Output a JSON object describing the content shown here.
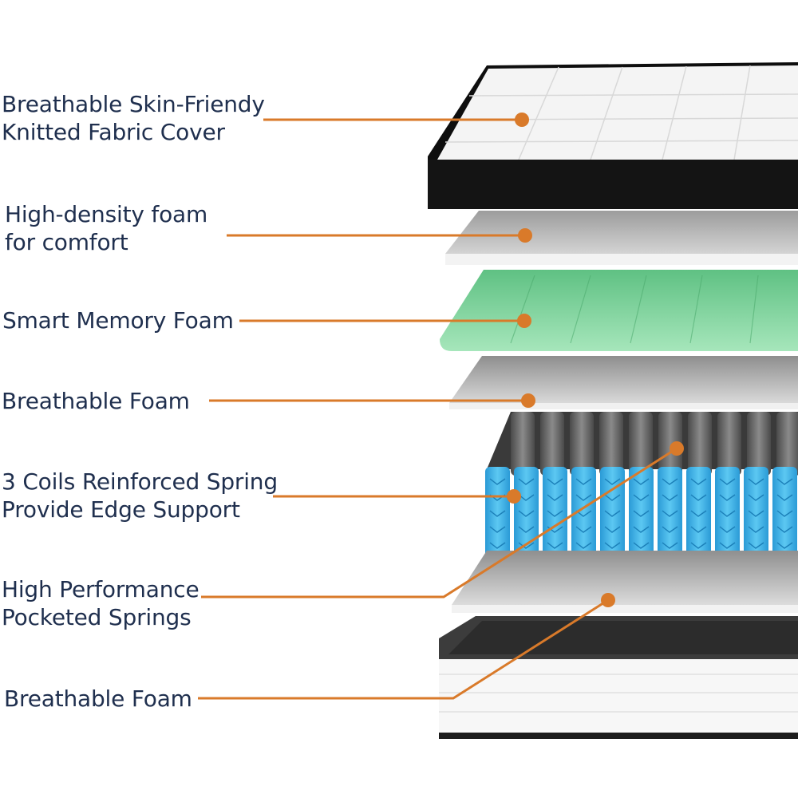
{
  "colors": {
    "accent": "#d97a2a",
    "label_text": "#1f2f4e",
    "memory_foam": "#7fd39a",
    "spring": "#3bb4e6",
    "cover_border": "#111111"
  },
  "layers": [
    {
      "id": "cover",
      "lines": [
        "Breathable Skin-Friendy",
        "Knitted Fabric Cover"
      ]
    },
    {
      "id": "hd-foam",
      "lines": [
        "High-density foam",
        "for comfort"
      ]
    },
    {
      "id": "memory-foam",
      "lines": [
        "Smart Memory Foam"
      ]
    },
    {
      "id": "breathable-foam-top",
      "lines": [
        "Breathable Foam"
      ]
    },
    {
      "id": "coils",
      "lines": [
        "3 Coils Reinforced Spring",
        "Provide Edge Support"
      ]
    },
    {
      "id": "pocketed-springs",
      "lines": [
        "High Performance",
        "Pocketed Springs"
      ]
    },
    {
      "id": "breathable-foam-bottom",
      "lines": [
        "Breathable Foam"
      ]
    }
  ]
}
